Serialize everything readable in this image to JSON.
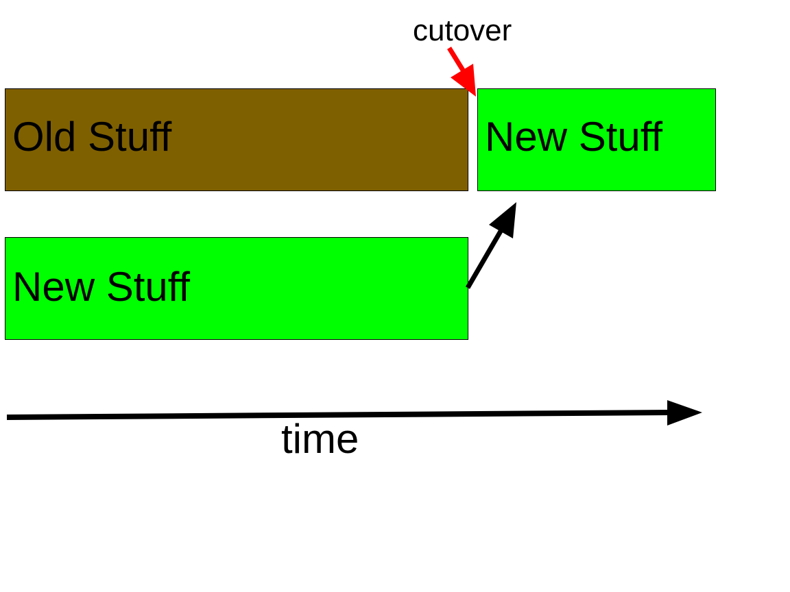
{
  "boxes": {
    "old": {
      "label": "Old Stuff",
      "color": "#7f6000"
    },
    "new_top": {
      "label": "New Stuff",
      "color": "#00ff00"
    },
    "new_bottom": {
      "label": "New Stuff",
      "color": "#00ff00"
    }
  },
  "annotations": {
    "cutover": "cutover",
    "time": "time"
  },
  "arrows": {
    "cutover_arrow_color": "#ff0000",
    "migration_arrow_color": "#000000",
    "time_arrow_color": "#000000"
  }
}
